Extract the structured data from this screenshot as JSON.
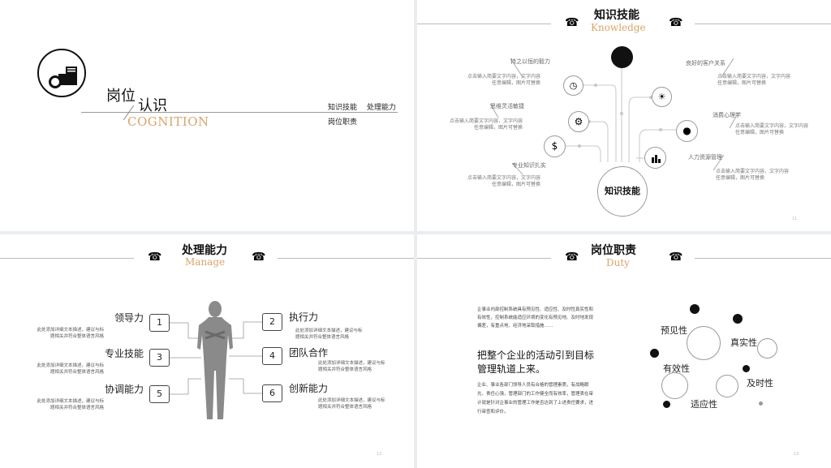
{
  "slide1": {
    "title_a": "岗位",
    "title_b": "认识",
    "subtitle": "COGNITION",
    "menu": [
      "知识技能",
      "处理能力",
      "岗位职责"
    ]
  },
  "slide2": {
    "title": "知识技能",
    "subtitle": "Knowledge",
    "center": "知识技能",
    "left_items": [
      {
        "label": "持之以恒的毅力",
        "desc": "点击输入简要文字内容，文字内容\n任意编辑，图片可替换"
      },
      {
        "label": "思维灵活敏捷",
        "desc": "点击输入简要文字内容，文字内容\n任意编辑，图片可替换"
      },
      {
        "label": "专业知识扎实",
        "desc": "点击输入简要文字内容，文字内容\n任意编辑，图片可替换"
      }
    ],
    "right_items": [
      {
        "label": "良好的客户关系",
        "desc": "点击输入简要文字内容，文字内容\n任意编辑，图片可替换"
      },
      {
        "label": "消费心理学",
        "desc": "点击输入简要文字内容，文字内容\n任意编辑，图片可替换"
      },
      {
        "label": "人力资源管理",
        "desc": "点击输入简要文字内容，文字内容\n任意编辑，图片可替换"
      }
    ],
    "page": "11"
  },
  "slide3": {
    "title": "处理能力",
    "subtitle": "Manage",
    "left": [
      {
        "num": "1",
        "label": "领导力",
        "desc": "此处添加详细文本描述，建议与标\n题相关并符合整体语言风格"
      },
      {
        "num": "3",
        "label": "专业技能",
        "desc": "此处添加详细文本描述，建议与标\n题相关并符合整体语言风格"
      },
      {
        "num": "5",
        "label": "协调能力",
        "desc": "此处添加详细文本描述，建议与标\n题相关并符合整体语言风格"
      }
    ],
    "right": [
      {
        "num": "2",
        "label": "执行力",
        "desc": "此处添加详细文本描述，建议与标\n题相关并符合整体语言风格"
      },
      {
        "num": "4",
        "label": "团队合作",
        "desc": "此处添加详细文本描述，建议与标\n题相关并符合整体语言风格"
      },
      {
        "num": "6",
        "label": "创新能力",
        "desc": "此处添加详细文本描述，建议与标\n题相关并符合整体语言风格"
      }
    ],
    "page": "12"
  },
  "slide4": {
    "title": "岗位职责",
    "subtitle": "Duty",
    "para1": "企事业内部控制系统具有预见性、适应性、及时性真实性和有效性，控制系统能适应环境的变化有预见地、及时地发现偏差，有重点地、经济地采取措施……",
    "headline": "把整个企业的活动引到目标管理轨道上来。",
    "para2": "企业、事业各部门领导人员有合格的管理素质，有战略眼光、责任心强，管理部门的工作健全而有效率，管理表在审计就是针对企事业的管理工作是否达到了上述责任要求，进行审查和评价。",
    "bubbles": [
      "预见性",
      "真实性",
      "有效性",
      "及时性",
      "适应性"
    ],
    "page": "13"
  }
}
